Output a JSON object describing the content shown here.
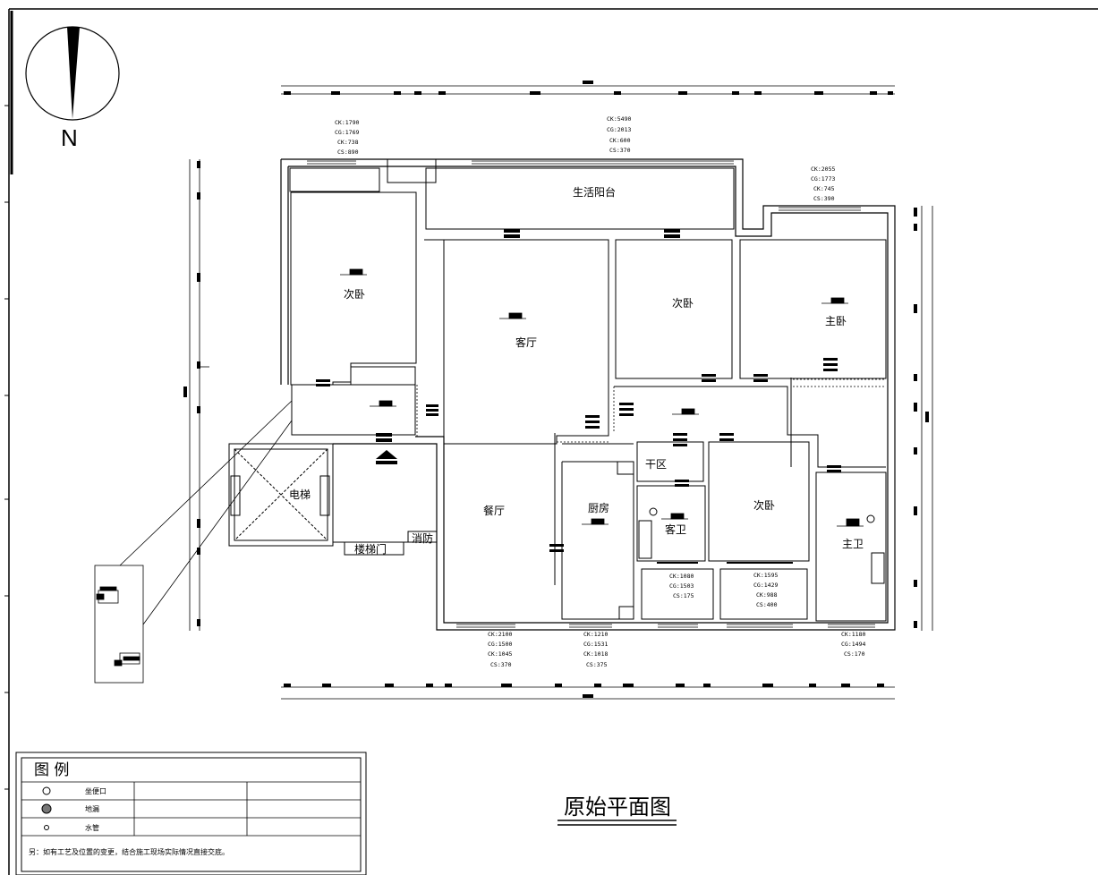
{
  "title": "原始平面图",
  "north_label": "N",
  "rooms": {
    "living_balcony": "生活阳台",
    "bedroom_nw": "次卧",
    "living_room": "客厅",
    "bedroom_n": "次卧",
    "master_bedroom": "主卧",
    "elevator": "电梯",
    "dining_room": "餐厅",
    "kitchen": "厨房",
    "dry_area": "干区",
    "guest_bath": "客卫",
    "bedroom_s": "次卧",
    "master_bath": "主卫",
    "stair_door": "楼梯门",
    "fire": "消防"
  },
  "window_dims": {
    "w1": [
      "CK:1790",
      "CG:1769",
      "CK:738",
      "CS:890"
    ],
    "w2": [
      "CK:5490",
      "CG:2013",
      "CK:600",
      "CS:370"
    ],
    "w3": [
      "CK:2055",
      "CG:1773",
      "CK:745",
      "CS:390"
    ],
    "w4": [
      "CK:2100",
      "CG:1500",
      "CK:1045",
      "CS:370"
    ],
    "w5": [
      "CK:1210",
      "CG:1531",
      "CK:1018",
      "CS:375"
    ],
    "w6": [
      "CK:1080",
      "CG:1503",
      "CS:175"
    ],
    "w7": [
      "CK:1595",
      "CG:1429",
      "CK:988",
      "CS:400"
    ],
    "w8": [
      "CK:1180",
      "CG:1494",
      "CS:170"
    ]
  },
  "legend": {
    "title": "图  例",
    "rows": [
      {
        "icon": "circle-icon",
        "label": "坐便口"
      },
      {
        "icon": "hatched-circle-icon",
        "label": "地漏"
      },
      {
        "icon": "small-circle-icon",
        "label": "水管"
      }
    ],
    "note": "另：如有工艺及位置的变更，结合施工现场实际情况直接交底。"
  }
}
